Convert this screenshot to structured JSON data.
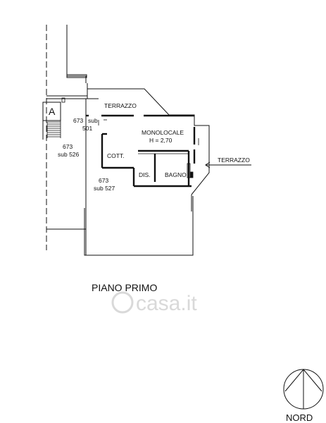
{
  "plan": {
    "rooms": {
      "terrazzo_top": "TERRAZZO",
      "monolocale": "MONOLOCALE",
      "height": "H = 2,70",
      "cott": "COTT.",
      "dis": "DIS.",
      "bagno": "BAGNO",
      "terrazzo_right": "TERRAZZO",
      "a": "A"
    },
    "parcels": {
      "p501_line1": "673",
      "p501_sub": "sub",
      "p501_line2": "501",
      "p526_line1": "673",
      "p526_line2": "sub 526",
      "p527_line1": "673",
      "p527_line2": "sub 527"
    },
    "title": "PIANO PRIMO",
    "watermark": "casa.it",
    "compass": {
      "label": "NORD",
      "icon": "north-arrow-icon"
    }
  }
}
